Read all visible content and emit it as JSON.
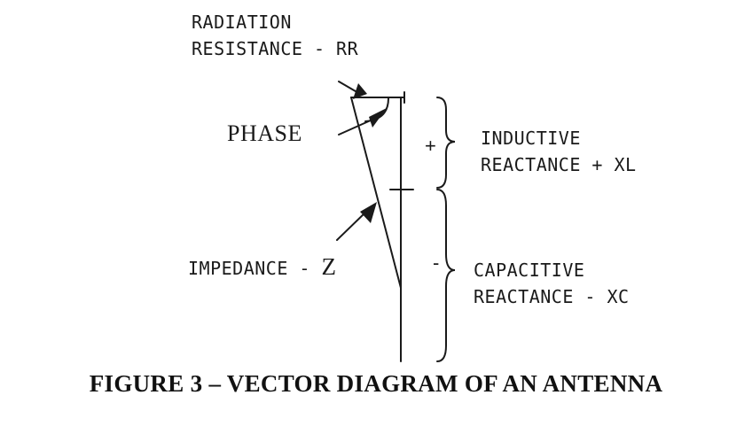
{
  "diagram": {
    "labels": {
      "radiation_line1": "RADIATION",
      "radiation_line2": "RESISTANCE - RR",
      "phase": "PHASE",
      "inductive_line1": "INDUCTIVE",
      "inductive_line2": "REACTANCE + XL",
      "capacitive_line1": "CAPACITIVE",
      "capacitive_line2": "REACTANCE - XC",
      "impedance_text": "IMPEDANCE - ",
      "impedance_symbol": "Z",
      "plus": "+",
      "minus": "-"
    },
    "caption": "FIGURE 3 – VECTOR DIAGRAM OF AN ANTENNA",
    "colors": {
      "ink": "#1a1a1a",
      "background": "#ffffff"
    }
  }
}
